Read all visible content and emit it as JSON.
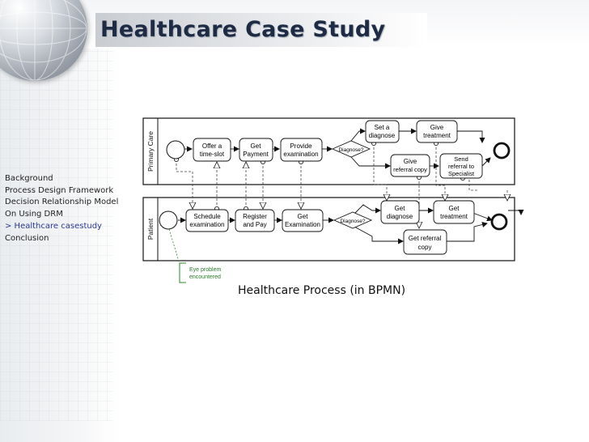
{
  "slide": {
    "title": "Healthcare Case Study",
    "caption": "Healthcare Process (in BPMN)"
  },
  "nav": {
    "items": [
      {
        "label": "Background",
        "active": false
      },
      {
        "label": "Process Design Framework",
        "active": false
      },
      {
        "label": "Decision Relationship Model",
        "active": false
      },
      {
        "label": "On Using DRM",
        "active": false
      },
      {
        "label": "> Healthcare casestudy",
        "active": true
      },
      {
        "label": "Conclusion",
        "active": false
      }
    ]
  },
  "diagram": {
    "lanes": {
      "primary_care": "Primary Care",
      "patient": "Patient"
    },
    "tasks": {
      "offer_slot": [
        "Offer a",
        "time-slot"
      ],
      "get_payment": [
        "Get",
        "Payment"
      ],
      "provide_exam": [
        "Provide",
        "examination"
      ],
      "set_diagnose": [
        "Set a",
        "diagnose"
      ],
      "give_treatment": [
        "Give",
        "treatment"
      ],
      "give_referral": [
        "Give",
        "referral copy"
      ],
      "send_referral": [
        "Send",
        "referral to",
        "Specialist"
      ],
      "schedule_exam": [
        "Schedule",
        "examination"
      ],
      "register_pay": [
        "Register",
        "and Pay"
      ],
      "get_exam": [
        "Get",
        "Examination"
      ],
      "get_diagnose": [
        "Get",
        "diagnose"
      ],
      "get_treatment": [
        "Get",
        "treatment"
      ],
      "get_referral": [
        "Get referral",
        "copy"
      ]
    },
    "gateways": {
      "pc": "Diagnose?",
      "pt": "Diagnose?"
    },
    "annotation": [
      "Eye problem",
      "encountered"
    ]
  }
}
